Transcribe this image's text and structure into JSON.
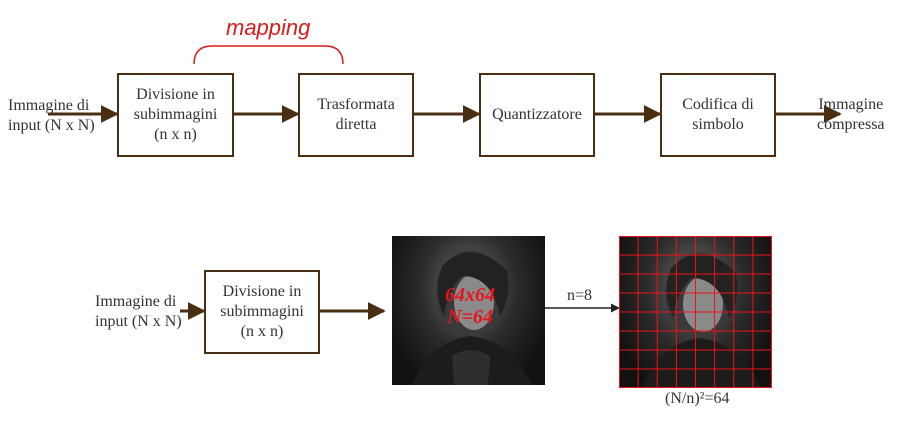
{
  "top_row": {
    "mapping_label": "mapping",
    "input_label_line1": "Immagine di",
    "input_label_line2": "input (N x N)",
    "box_divisione": [
      "Divisione in",
      "subimmagini",
      "(n x n)"
    ],
    "box_trasformata": [
      "Trasformata",
      "diretta"
    ],
    "box_quantizzatore": [
      "Quantizzatore"
    ],
    "box_codifica": [
      "Codifica di",
      "simbolo"
    ],
    "output_label_line1": "Immagine",
    "output_label_line2": "compressa"
  },
  "bottom_row": {
    "input_label_line1": "Immagine di",
    "input_label_line2": "input (N x N)",
    "box_divisione": [
      "Divisione in",
      "subimmagini",
      "(n x n)"
    ],
    "image_overlay_line1": "64x64",
    "image_overlay_line2": "N=64",
    "arrow_label": "n=8",
    "grid_caption": "(N/n)²=64"
  },
  "colors": {
    "box_border": "#4a2e12",
    "arrow": "#4a2e12",
    "accent_red": "#d91c1c",
    "grid_red": "#e8141c"
  }
}
